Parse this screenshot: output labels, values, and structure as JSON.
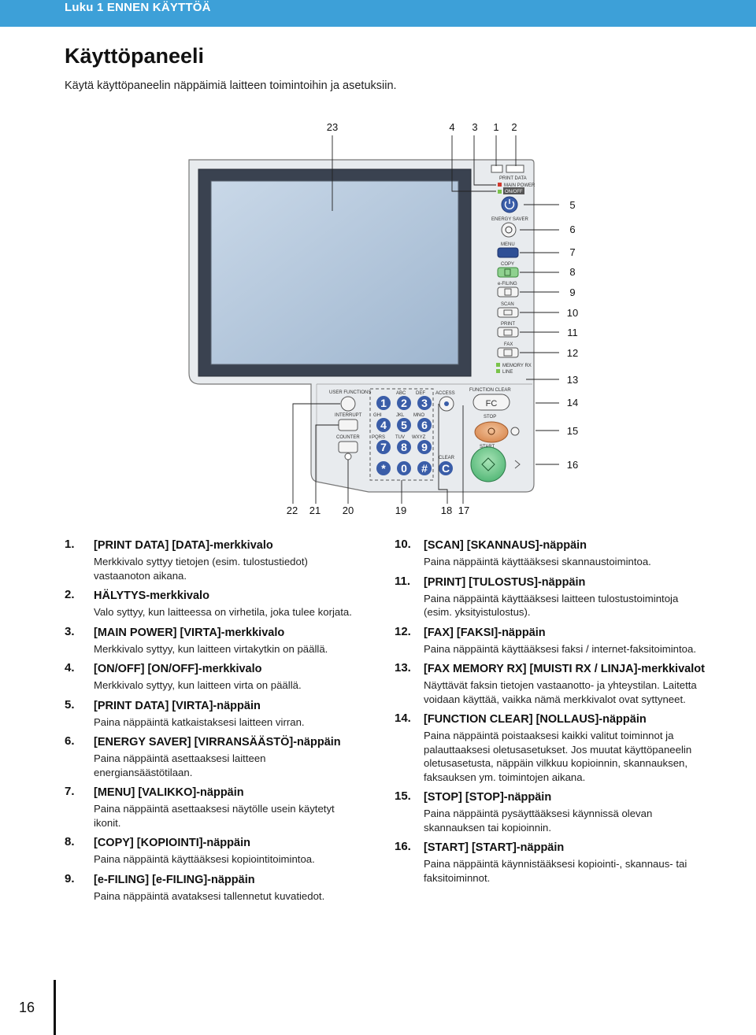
{
  "header": {
    "chapter": "Luku 1 ENNEN KÄYTTÖÄ"
  },
  "title": "Käyttöpaneeli",
  "intro": "Käytä käyttöpaneelin näppäimiä laitteen toimintoihin ja asetuksiin.",
  "diagram": {
    "callouts": {
      "n1": "1",
      "n2": "2",
      "n3": "3",
      "n4": "4",
      "n5": "5",
      "n6": "6",
      "n7": "7",
      "n8": "8",
      "n9": "9",
      "n10": "10",
      "n11": "11",
      "n12": "12",
      "n13": "13",
      "n14": "14",
      "n15": "15",
      "n16": "16",
      "n17": "17",
      "n18": "18",
      "n19": "19",
      "n20": "20",
      "n21": "21",
      "n22": "22",
      "n23": "23"
    },
    "labels": {
      "print_data": "PRINT DATA",
      "main_power": "MAIN POWER",
      "on_off": "ON/OFF",
      "energy_saver": "ENERGY SAVER",
      "menu": "MENU",
      "copy": "COPY",
      "efiling": "e-FILING",
      "scan": "SCAN",
      "print": "PRINT",
      "fax": "FAX",
      "memory_rx": "MEMORY RX",
      "line": "LINE",
      "function_clear": "FUNCTION CLEAR",
      "fc": "FC",
      "stop": "STOP",
      "start": "START",
      "user_functions": "USER FUNCTIONS",
      "interrupt": "INTERRUPT",
      "counter": "COUNTER",
      "access": "ACCESS",
      "clear": "CLEAR",
      "clear_key": "C",
      "abc": "ABC",
      "def": "DEF",
      "ghi": "GHI",
      "jkl": "JKL",
      "mno": "MNO",
      "pqrs": "PQRS",
      "tuv": "TUV",
      "wxyz": "WXYZ",
      "k1": "1",
      "k2": "2",
      "k3": "3",
      "k4": "4",
      "k5": "5",
      "k6": "6",
      "k7": "7",
      "k8": "8",
      "k9": "9",
      "k0": "0",
      "kstar": "*",
      "khash": "#"
    }
  },
  "items_left": [
    {
      "num": "1.",
      "head": "[PRINT DATA] [DATA]-merkkivalo",
      "desc": "Merkkivalo syttyy tietojen (esim. tulostustiedot) vastaanoton aikana."
    },
    {
      "num": "2.",
      "head": "HÄLYTYS-merkkivalo",
      "desc": "Valo syttyy, kun laitteessa on virhetila, joka tulee korjata."
    },
    {
      "num": "3.",
      "head": "[MAIN POWER] [VIRTA]-merkkivalo",
      "desc": "Merkkivalo syttyy, kun laitteen virtakytkin on päällä."
    },
    {
      "num": "4.",
      "head": "[ON/OFF] [ON/OFF]-merkkivalo",
      "desc": "Merkkivalo syttyy, kun laitteen virta on päällä."
    },
    {
      "num": "5.",
      "head": "[PRINT DATA] [VIRTA]-näppäin",
      "desc": "Paina näppäintä katkaistaksesi laitteen virran."
    },
    {
      "num": "6.",
      "head": "[ENERGY SAVER] [VIRRANSÄÄSTÖ]-näppäin",
      "desc": "Paina näppäintä asettaaksesi laitteen energiansäästötilaan."
    },
    {
      "num": "7.",
      "head": "[MENU] [VALIKKO]-näppäin",
      "desc": "Paina näppäintä asettaaksesi näytölle usein käytetyt ikonit."
    },
    {
      "num": "8.",
      "head": "[COPY] [KOPIOINTI]-näppäin",
      "desc": "Paina näppäintä käyttääksesi kopiointitoimintoa."
    },
    {
      "num": "9.",
      "head": "[e-FILING] [e-FILING]-näppäin",
      "desc": "Paina näppäintä avataksesi tallennetut kuvatiedot."
    }
  ],
  "items_right": [
    {
      "num": "10.",
      "head": "[SCAN] [SKANNAUS]-näppäin",
      "desc": "Paina näppäintä käyttääksesi skannaustoimintoa."
    },
    {
      "num": "11.",
      "head": "[PRINT] [TULOSTUS]-näppäin",
      "desc": "Paina näppäintä käyttääksesi laitteen tulostustoimintoja (esim. yksityistulostus)."
    },
    {
      "num": "12.",
      "head": "[FAX] [FAKSI]-näppäin",
      "desc": "Paina näppäintä käyttääksesi faksi / internet-faksitoimintoa."
    },
    {
      "num": "13.",
      "head": "[FAX MEMORY RX] [MUISTI RX / LINJA]-merkkivalot",
      "desc": "Näyttävät faksin tietojen vastaanotto- ja yhteystilan. Laitetta voidaan käyttää, vaikka nämä merkkivalot ovat syttyneet."
    },
    {
      "num": "14.",
      "head": "[FUNCTION CLEAR] [NOLLAUS]-näppäin",
      "desc": "Paina näppäintä poistaaksesi kaikki valitut toiminnot ja palauttaaksesi oletusasetukset. Jos muutat käyttöpaneelin oletusasetusta, näppäin vilkkuu kopioinnin, skannauksen, faksauksen ym. toimintojen aikana."
    },
    {
      "num": "15.",
      "head": "[STOP] [STOP]-näppäin",
      "desc": "Paina näppäintä pysäyttääksesi käynnissä olevan skannauksen tai kopioinnin."
    },
    {
      "num": "16.",
      "head": "[START] [START]-näppäin",
      "desc": "Paina näppäintä käynnistääksesi kopiointi-, skannaus- tai faksitoiminnot."
    }
  ],
  "footer": {
    "page_number": "16"
  }
}
